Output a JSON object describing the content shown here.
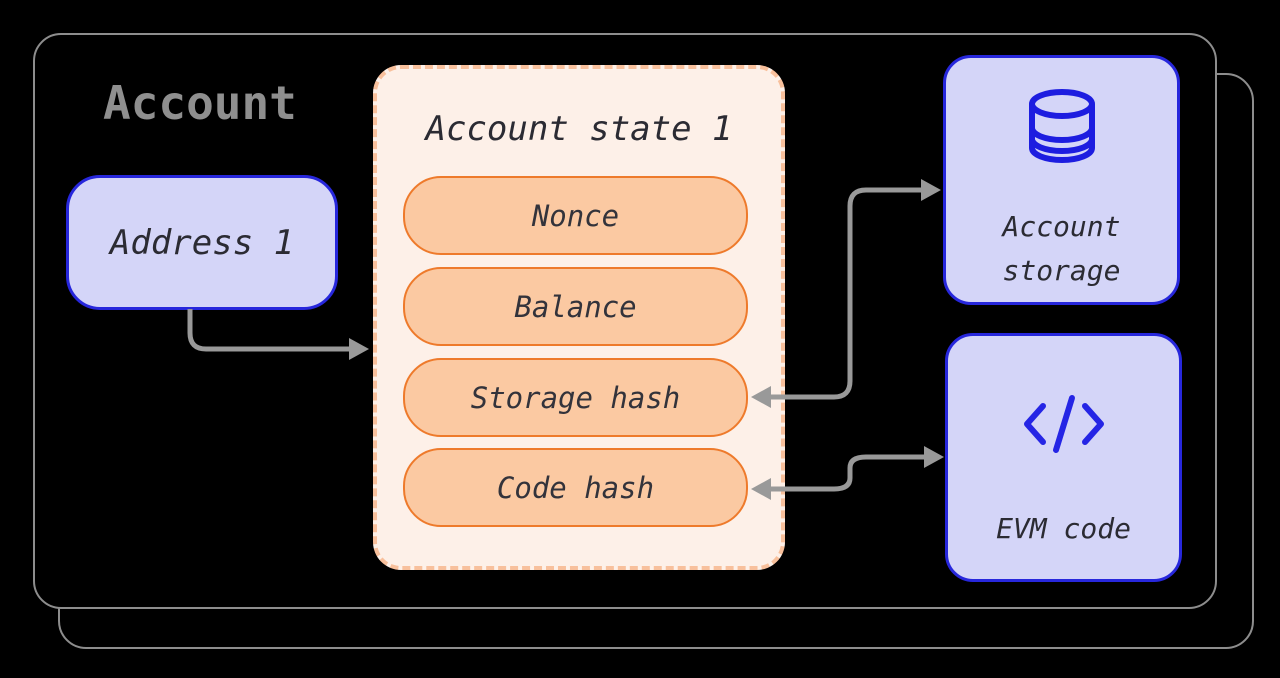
{
  "diagram": {
    "frame_label": "Account",
    "address_node": {
      "label": "Address 1"
    },
    "state_panel": {
      "title": "Account state 1",
      "pills": [
        "Nonce",
        "Balance",
        "Storage hash",
        "Code hash"
      ]
    },
    "storage_node": {
      "label_line1": "Account",
      "label_line2": "storage",
      "icon": "database-icon"
    },
    "evm_node": {
      "label": "EVM code",
      "icon": "code-icon"
    },
    "connections": [
      "Address 1 -> Account state 1",
      "Account storage <-> Storage hash",
      "EVM code <-> Code hash"
    ],
    "colors": {
      "background": "#000000",
      "frame_gray": "#8d8d8d",
      "title_gray": "#8f8f8f",
      "arrow_gray": "#999999",
      "node_fill_purple": "#d4d5f8",
      "node_border_blue": "#2727dc",
      "icon_blue": "#1d1de0",
      "panel_fill_peach": "#fdf0e8",
      "panel_dash_peach": "#f8c09c",
      "pill_fill_orange": "#fbc9a2",
      "pill_border_orange": "#ee7a2b",
      "text_dark": "#2b2b33"
    }
  }
}
